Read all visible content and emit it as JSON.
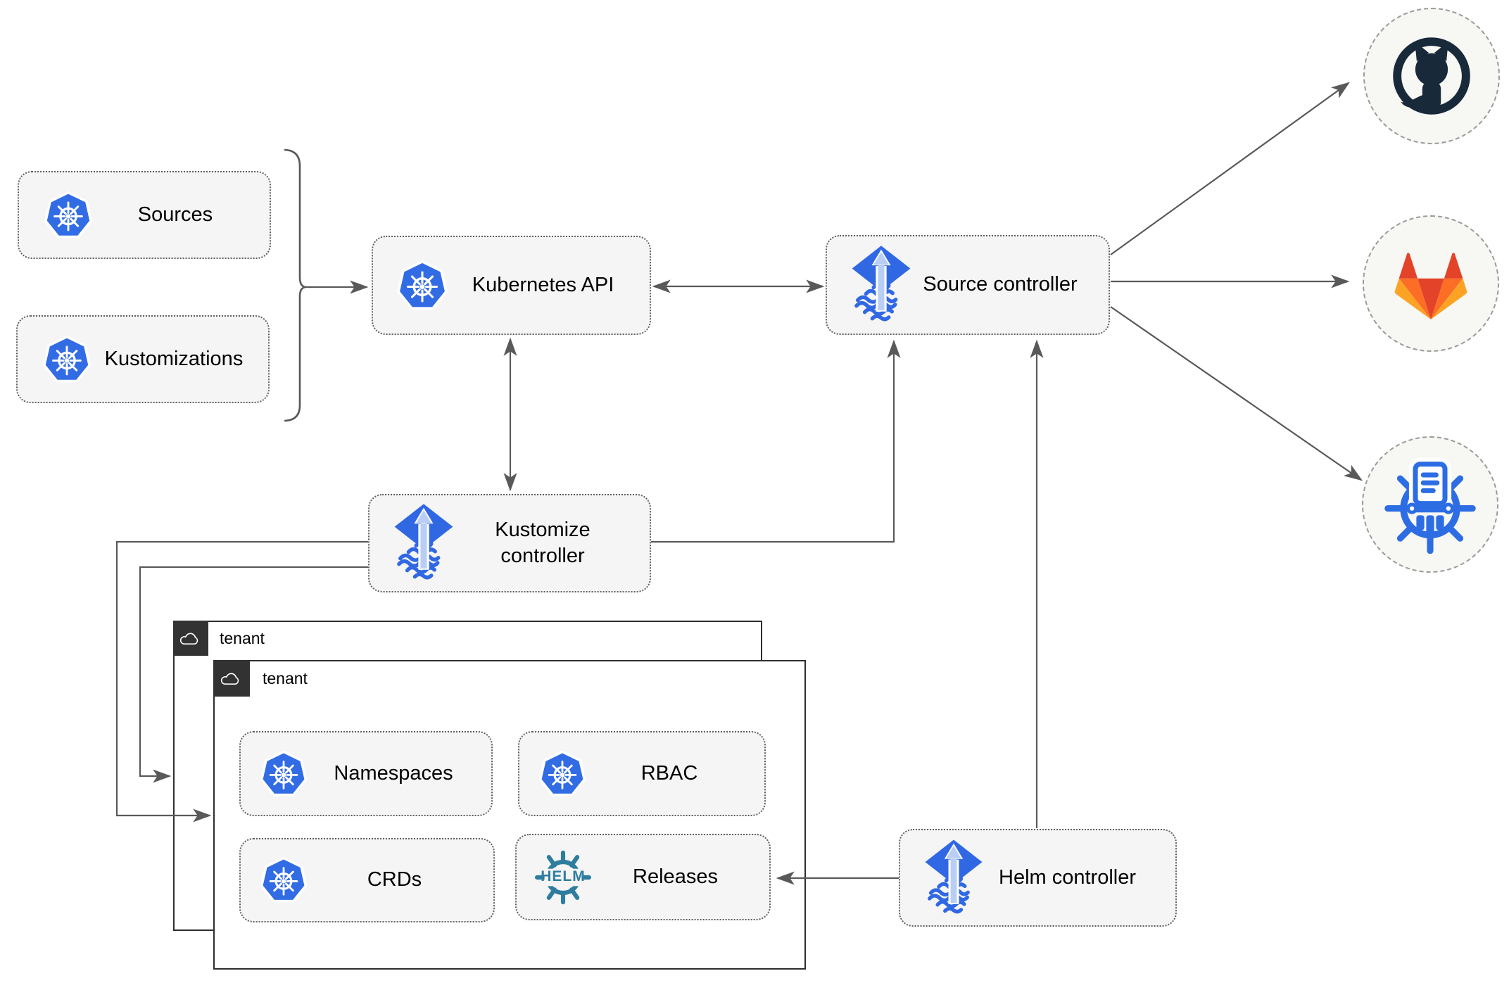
{
  "colors": {
    "background": "#ffffff",
    "node_fill": "#f5f5f5",
    "node_border": "#5f5f5f",
    "line_gray": "#595959",
    "tenant_border": "#2e2e2e",
    "tenant_tab": "#323232",
    "endpoint_fill": "#f7f7f3",
    "kubernetes_blue": "#326ce5",
    "flux_blue": "#3068e4",
    "flux_arrow_light": "#b9cef4",
    "helm_teal": "#2e7d9e",
    "github_dark": "#18293a",
    "gitlab_red_orange": "#e24329",
    "gitlab_orange": "#fc6d26",
    "gitlab_amber": "#fca326",
    "chartmuseum_blue": "#2d6de4"
  },
  "nodes": {
    "sources": {
      "label": "Sources",
      "icon": "kubernetes"
    },
    "kustomizations": {
      "label": "Kustomizations",
      "icon": "kubernetes"
    },
    "kubernetes_api": {
      "label": "Kubernetes API",
      "icon": "kubernetes"
    },
    "source_controller": {
      "label": "Source controller",
      "icon": "flux"
    },
    "kustomize_controller": {
      "label": "Kustomize controller",
      "icon": "flux"
    },
    "helm_controller": {
      "label": "Helm controller",
      "icon": "flux"
    },
    "namespaces": {
      "label": "Namespaces",
      "icon": "kubernetes"
    },
    "rbac": {
      "label": "RBAC",
      "icon": "kubernetes"
    },
    "crds": {
      "label": "CRDs",
      "icon": "kubernetes"
    },
    "releases": {
      "label": "Releases",
      "icon": "helm"
    }
  },
  "helm_logo_text": "HELM",
  "tenants": {
    "back": {
      "label": "tenant",
      "icon": "cloud"
    },
    "front": {
      "label": "tenant",
      "icon": "cloud"
    }
  },
  "endpoints": {
    "github": {
      "icon": "github"
    },
    "gitlab": {
      "icon": "gitlab"
    },
    "chartmuseum": {
      "icon": "chartmuseum"
    }
  }
}
